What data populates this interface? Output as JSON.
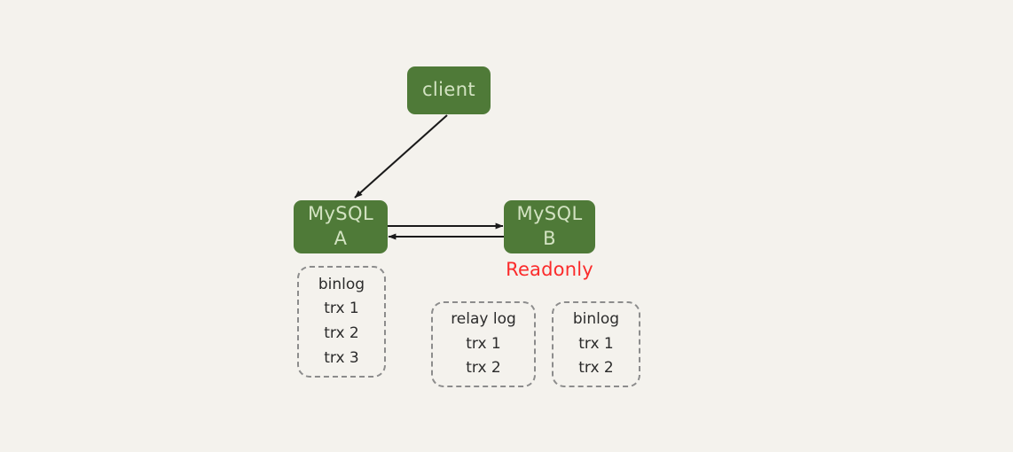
{
  "diagram": {
    "background_color": "#f4f2ed",
    "node_fill_color": "#4f7a38",
    "node_text_color": "#d3e3c2",
    "annotation_color": "#fb2b2b",
    "dashed_border_color": "#8c8c8c",
    "edge_color": "#1a1a1a"
  },
  "nodes": {
    "client": {
      "label": "client"
    },
    "mysql_a": {
      "line1": "MySQL",
      "line2": "A"
    },
    "mysql_b": {
      "line1": "MySQL",
      "line2": "B"
    }
  },
  "annotations": {
    "readonly": "Readonly"
  },
  "logboxes": [
    {
      "id": "a-binlog",
      "title": "binlog",
      "entries": [
        "trx 1",
        "trx 2",
        "trx 3"
      ]
    },
    {
      "id": "b-relaylog",
      "title": "relay log",
      "entries": [
        "trx 1",
        "trx 2"
      ]
    },
    {
      "id": "b-binlog",
      "title": "binlog",
      "entries": [
        "trx 1",
        "trx 2"
      ]
    }
  ],
  "edges": [
    {
      "id": "client-to-mysql-a",
      "from": "client",
      "to": "mysql_a",
      "direction": "one-way"
    },
    {
      "id": "mysql-a-to-mysql-b",
      "from": "mysql_a",
      "to": "mysql_b",
      "direction": "one-way"
    },
    {
      "id": "mysql-b-to-mysql-a",
      "from": "mysql_b",
      "to": "mysql_a",
      "direction": "one-way"
    }
  ]
}
